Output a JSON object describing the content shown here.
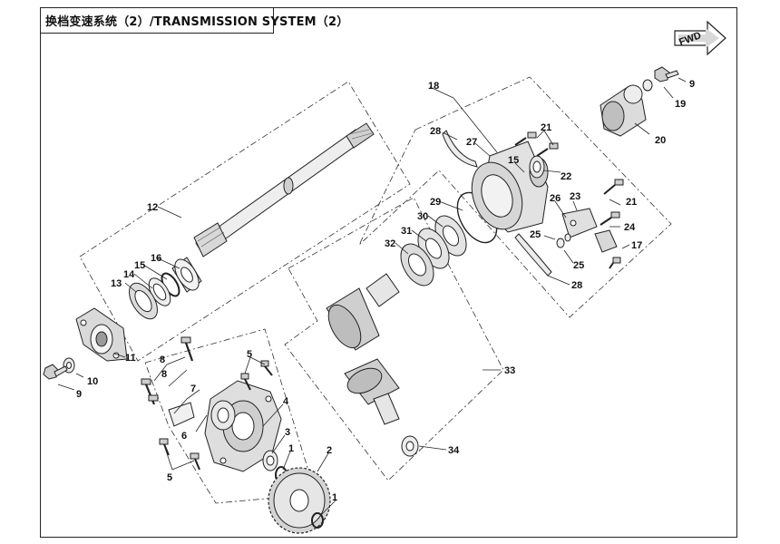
{
  "title": "换档变速系统（2）/TRANSMISSION SYSTEM（2）",
  "fwd_badge": "FWD",
  "callouts": {
    "c1a": "1",
    "c1b": "1",
    "c2": "2",
    "c3": "3",
    "c4": "4",
    "c5a": "5",
    "c5b": "5",
    "c6": "6",
    "c7": "7",
    "c8a": "8",
    "c8b": "8",
    "c9a": "9",
    "c9b": "9",
    "c10": "10",
    "c11": "11",
    "c12": "12",
    "c13": "13",
    "c14": "14",
    "c15a": "15",
    "c15b": "15",
    "c16": "16",
    "c17": "17",
    "c18": "18",
    "c19": "19",
    "c20": "20",
    "c21a": "21",
    "c21b": "21",
    "c22": "22",
    "c23": "23",
    "c24": "24",
    "c25a": "25",
    "c25b": "25",
    "c26": "26",
    "c27": "27",
    "c28a": "28",
    "c28b": "28",
    "c29": "29",
    "c30": "30",
    "c31": "31",
    "c32": "32",
    "c33": "33",
    "c34": "34"
  },
  "colors": {
    "line": "#222222",
    "part_fill": "#e6e6e6",
    "part_dark": "#9a9a9a",
    "background": "#ffffff"
  }
}
